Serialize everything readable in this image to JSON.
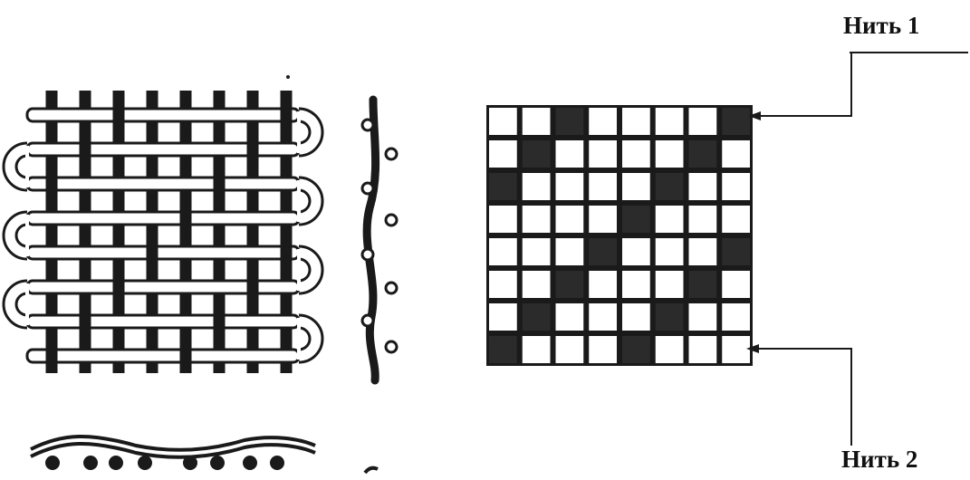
{
  "labels": {
    "thread_1": "Нить 1",
    "thread_2": "Нить 2"
  },
  "colors": {
    "ink": "#1a1a1a",
    "filled_cell": "#2b2b2b",
    "background": "#ffffff"
  },
  "weave_pattern": {
    "rows": 8,
    "cols": 8,
    "filled": [
      [
        0,
        0,
        1,
        0,
        0,
        0,
        0,
        1
      ],
      [
        0,
        1,
        0,
        0,
        0,
        0,
        1,
        0
      ],
      [
        1,
        0,
        0,
        0,
        0,
        1,
        0,
        0
      ],
      [
        0,
        0,
        0,
        0,
        1,
        0,
        0,
        0
      ],
      [
        0,
        0,
        0,
        1,
        0,
        0,
        0,
        1
      ],
      [
        0,
        0,
        1,
        0,
        0,
        0,
        1,
        0
      ],
      [
        0,
        1,
        0,
        0,
        0,
        1,
        0,
        0
      ],
      [
        1,
        0,
        0,
        0,
        1,
        0,
        0,
        0
      ]
    ]
  },
  "weft_rows": 8,
  "warp_threads": 8
}
